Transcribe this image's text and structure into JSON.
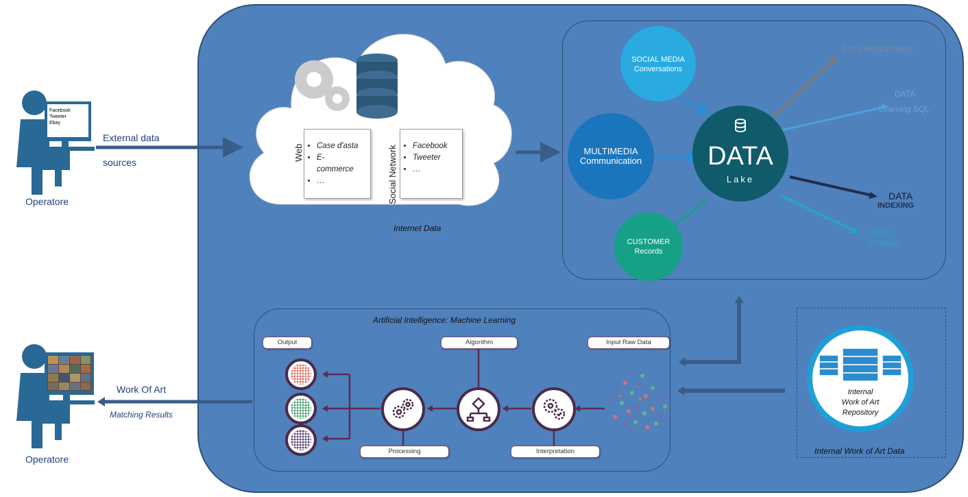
{
  "operator_top": {
    "screen_lines": [
      "Facebook",
      "Tweeter",
      "Ebay"
    ],
    "label": "Operatore"
  },
  "external_sources": {
    "line1": "External data",
    "line2": "sources"
  },
  "cloud": {
    "web_label": "Web",
    "web_items": [
      "Case d'asta",
      "E-commerce",
      "…"
    ],
    "social_label": "Social Network",
    "social_items": [
      "Facebook",
      "Tweeter",
      "…"
    ],
    "caption": "Internet Data"
  },
  "datalake": {
    "social_media": {
      "line1": "SOCIAL MEDIA",
      "line2": "Conversations"
    },
    "multimedia": {
      "line1": "MULTIMEDIA",
      "line2": "Communication"
    },
    "customer": {
      "line1": "CUSTOMER",
      "line2": "Records"
    },
    "center": {
      "title": "DATA",
      "subtitle": "Lake"
    },
    "outputs": {
      "processing": "DATA PROCESSING",
      "faded_line1": "DATA",
      "faded_line2": "Learning SQL",
      "indexing_1": "DATA",
      "indexing_2": "INDEXING",
      "storage_1": "DATA",
      "storage_2": "STORAGE"
    }
  },
  "ml": {
    "title": "Artificial Intelligence: Machine Learning",
    "output": "Output",
    "algorithm": "Algorithm",
    "input": "Input Raw Data",
    "processing": "Processing",
    "interpretation": "Interpretation"
  },
  "repository": {
    "line1": "Internal",
    "line2": "Work of Art",
    "line3": "Repository",
    "caption": "Internal Work of Art Data"
  },
  "operator_bottom": {
    "label": "Operatore"
  },
  "results": {
    "line1": "Work Of Art",
    "line2": "Matching Results"
  },
  "colors": {
    "panel": "#4f81bd",
    "panel_border": "#2e4f7a",
    "person": "#2a6896",
    "arrow": "#385d8a",
    "lake": "#0f5a6b",
    "social": "#29abe2",
    "multimedia": "#1b75bc",
    "customer": "#16a085",
    "ml_purple": "#5a2e52",
    "repo": "#1f9fd8"
  }
}
